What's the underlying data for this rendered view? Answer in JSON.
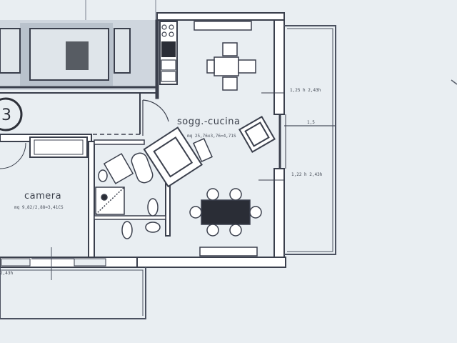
{
  "rooms": {
    "soggiorno": {
      "name": "sogg.-cucina",
      "area": "mq 25,76x3,76=4,71S"
    },
    "camera": {
      "name": "camera",
      "area": "mq 9,82/2,88=3,41CS"
    }
  },
  "balcony": {
    "dim_top": "1,25 h 2,43h",
    "dim_mid": "1,5",
    "dim_bottom": "1,22 h 2,43h"
  },
  "bottom_dim": "2,43h",
  "unit_badge": "3",
  "colors": {
    "wall": "#3a3f4c",
    "paper": "#e9eef2",
    "line": "#4b5160",
    "dark": "#2a2d36"
  }
}
